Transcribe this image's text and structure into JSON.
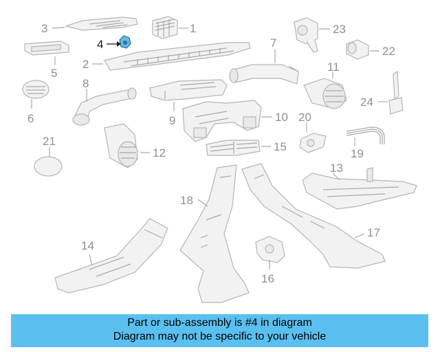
{
  "callouts": {
    "c1": "1",
    "c2": "2",
    "c3": "3",
    "c4": "4",
    "c5": "5",
    "c6": "6",
    "c7": "7",
    "c8": "8",
    "c9": "9",
    "c10": "10",
    "c11": "11",
    "c12": "12",
    "c13": "13",
    "c14": "14",
    "c15": "15",
    "c16": "16",
    "c17": "17",
    "c18": "18",
    "c19": "19",
    "c20": "20",
    "c21": "21",
    "c22": "22",
    "c23": "23",
    "c24": "24"
  },
  "highlight": {
    "part": "4",
    "color": "#5fb8e6"
  },
  "banner": {
    "line1": "Part or sub-assembly is #4 in diagram",
    "line2": "Diagram may not be specific to your vehicle",
    "color": "#5bc0f0"
  }
}
